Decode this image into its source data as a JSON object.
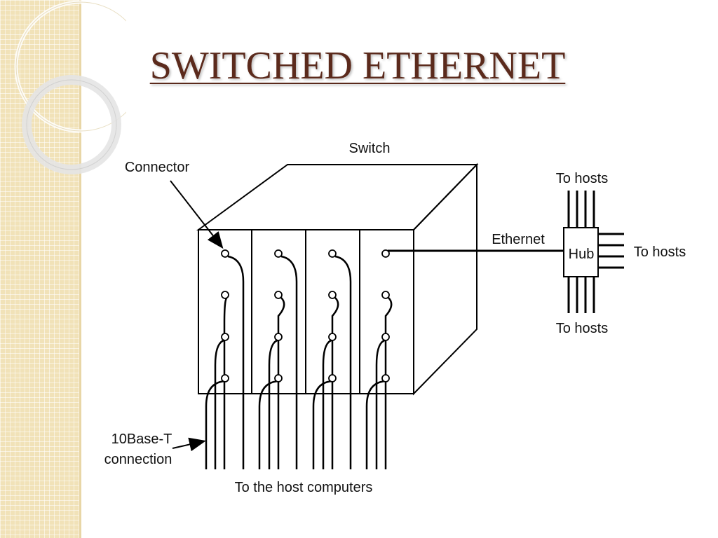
{
  "slide": {
    "title": "SWITCHED ETHERNET"
  },
  "diagram": {
    "labels": {
      "switch": "Switch",
      "connector": "Connector",
      "hub": "Hub",
      "ethernet": "Ethernet",
      "to_hosts_top": "To hosts",
      "to_hosts_right": "To hosts",
      "to_hosts_bottom": "To hosts",
      "tenbase_line1": "10Base-T",
      "tenbase_line2": "connection",
      "host_computers": "To the host computers"
    }
  }
}
